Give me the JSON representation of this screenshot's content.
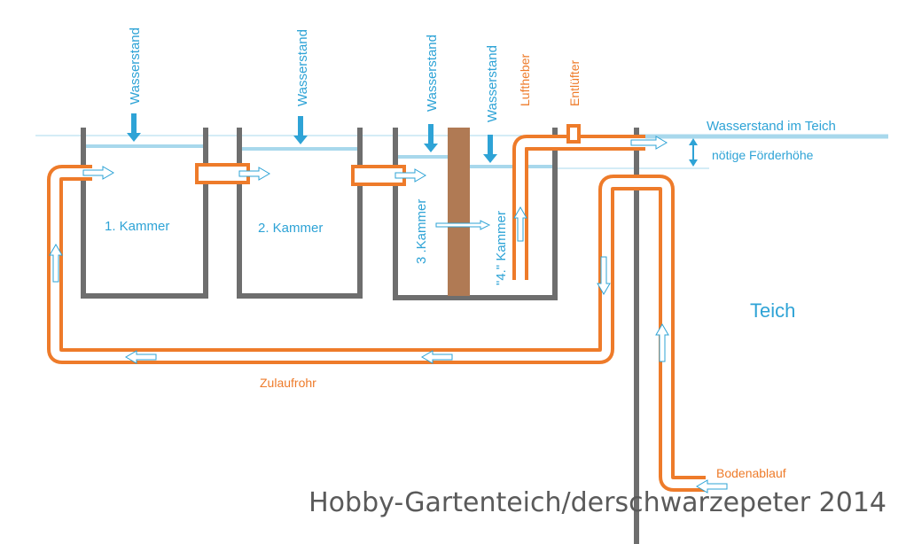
{
  "colors": {
    "water": "#a8d8ec",
    "water_line": "#7cc6e3",
    "wall": "#6e6e6e",
    "pipe": "#ee7b2a",
    "label_blue": "#2ea3d6",
    "label_orange": "#ee7b2a",
    "divider": "#b07a54",
    "arrow": "#2ea3d6",
    "watermark": "#5a5a5a"
  },
  "labels": {
    "water_level": "Wasserstand",
    "chamber_1": "1. Kammer",
    "chamber_2": "2. Kammer",
    "chamber_3": "3 .Kammer",
    "chamber_4": "\"4.\" Kammer",
    "air_lift": "Luftheber",
    "vent": "Entlüfter",
    "pond_level": "Wasserstand im Teich",
    "lift_height": "nötige Förderhöhe",
    "pond": "Teich",
    "inlet_pipe": "Zulaufrohr",
    "bottom_drain": "Bodenablauf"
  },
  "watermark": "Hobby-Gartenteich/derschwarzepeter 2014"
}
